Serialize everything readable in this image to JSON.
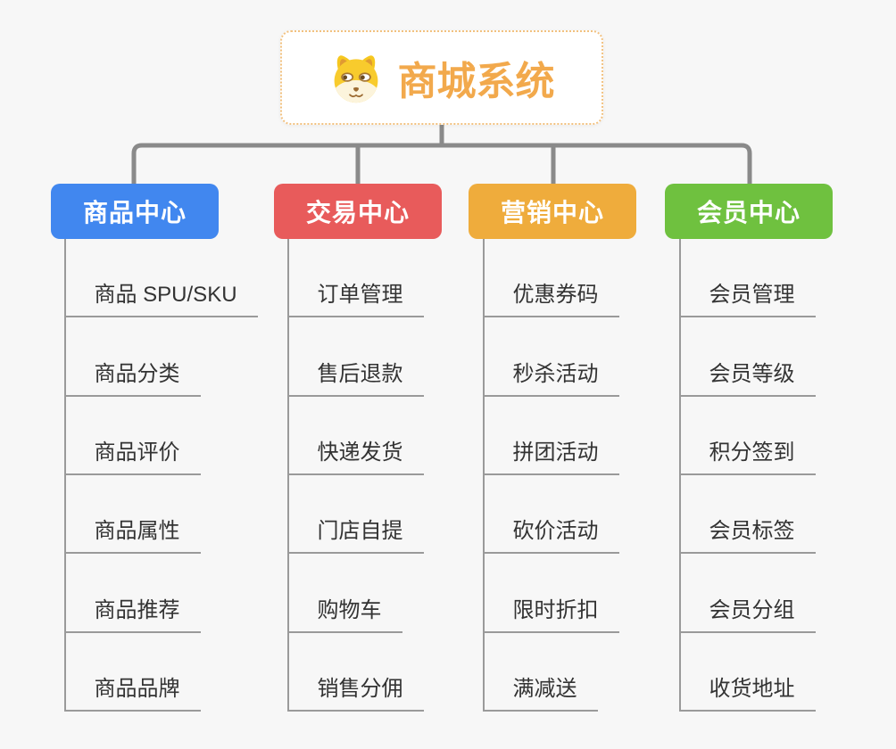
{
  "root": {
    "title": "商城系统",
    "icon": "dog-face-icon"
  },
  "branches": [
    {
      "id": "product-center",
      "label": "商品中心",
      "color": "#4187ef",
      "children": [
        "商品 SPU/SKU",
        "商品分类",
        "商品评价",
        "商品属性",
        "商品推荐",
        "商品品牌"
      ]
    },
    {
      "id": "trade-center",
      "label": "交易中心",
      "color": "#e85b5b",
      "children": [
        "订单管理",
        "售后退款",
        "快递发货",
        "门店自提",
        "购物车",
        "销售分佣"
      ]
    },
    {
      "id": "marketing-center",
      "label": "营销中心",
      "color": "#efac3c",
      "children": [
        "优惠券码",
        "秒杀活动",
        "拼团活动",
        "砍价活动",
        "限时折扣",
        "满减送"
      ]
    },
    {
      "id": "member-center",
      "label": "会员中心",
      "color": "#6fc13f",
      "children": [
        "会员管理",
        "会员等级",
        "积分签到",
        "会员标签",
        "会员分组",
        "收货地址"
      ]
    }
  ],
  "colors": {
    "background": "#f7f7f7",
    "root_text": "#f2a94c",
    "root_border": "#f2c17f",
    "connector": "#8a8a8a",
    "child_line": "#9a9a9a",
    "child_text": "#333333"
  }
}
